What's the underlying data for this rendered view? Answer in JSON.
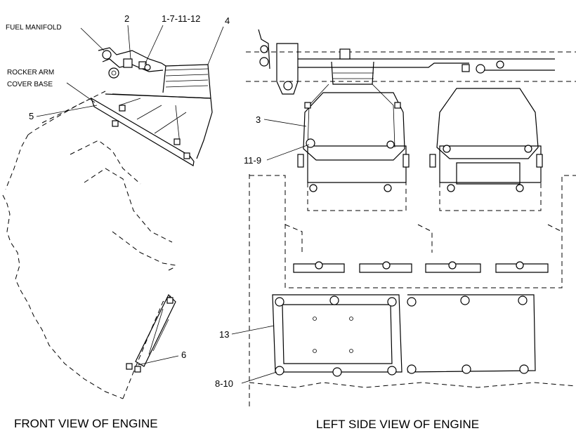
{
  "labels": {
    "fuel_manifold": "FUEL MANIFOLD",
    "rocker_arm_line1": "ROCKER ARM",
    "rocker_arm_line2": "COVER BASE",
    "callout_2": "2",
    "callout_1_7_11_12": "1-7-11-12",
    "callout_4": "4",
    "callout_5": "5",
    "callout_6": "6",
    "callout_3": "3",
    "callout_11_9": "11-9",
    "callout_13": "13",
    "callout_8_10": "8-10"
  },
  "captions": {
    "front_view": "FRONT VIEW OF ENGINE",
    "left_side_view": "LEFT SIDE VIEW OF ENGINE"
  }
}
